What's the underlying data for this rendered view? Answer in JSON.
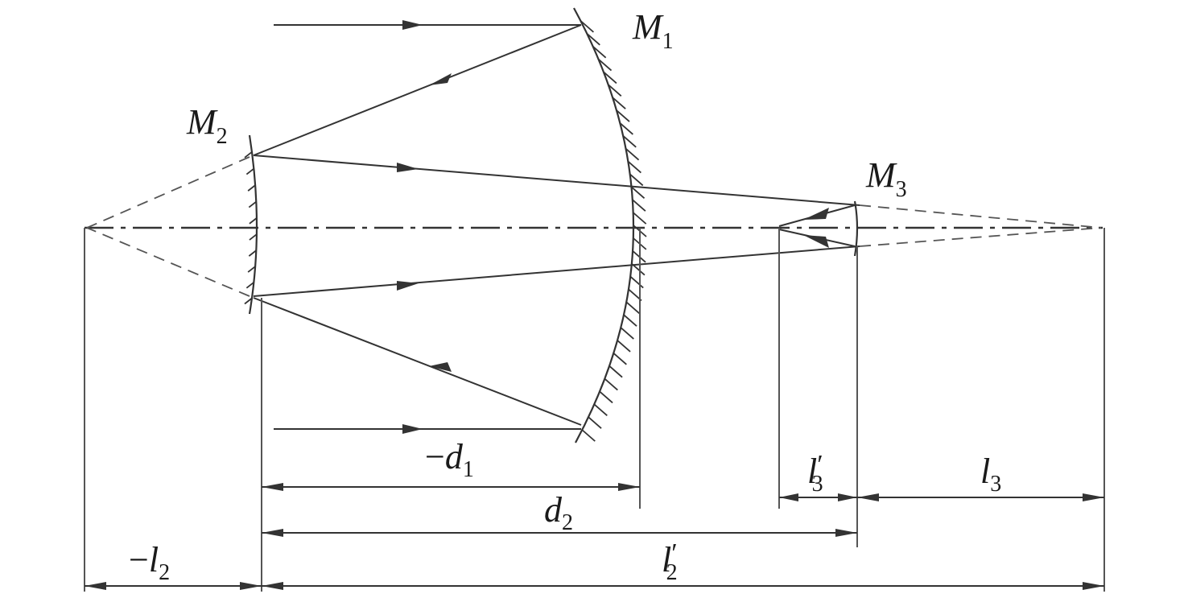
{
  "diagram": {
    "mirrors": {
      "m1": {
        "symbol": "M",
        "index": "1"
      },
      "m2": {
        "symbol": "M",
        "index": "2"
      },
      "m3": {
        "symbol": "M",
        "index": "3"
      }
    },
    "dimensions": {
      "d1": {
        "sign": "−",
        "symbol": "d",
        "index": "1"
      },
      "d2": {
        "sign": "",
        "symbol": "d",
        "index": "2"
      },
      "l3_prime": {
        "symbol": "l",
        "prime": "′",
        "index": "3"
      },
      "l3": {
        "symbol": "l",
        "index": "3"
      },
      "l2": {
        "sign": "−",
        "symbol": "l",
        "index": "2"
      },
      "l2_prime": {
        "symbol": "l",
        "prime": "′",
        "index": "2"
      }
    }
  }
}
